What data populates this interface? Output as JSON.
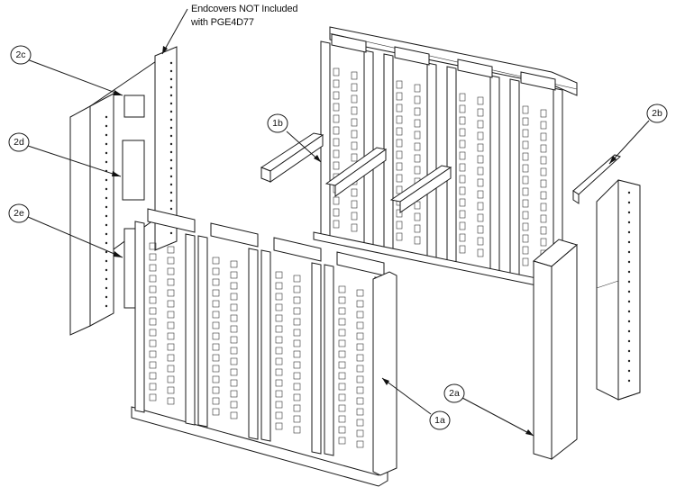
{
  "note": {
    "line1": "Endcovers NOT Included",
    "line2": "with PGE4D77"
  },
  "callouts": [
    {
      "id": "2c",
      "label": "2c"
    },
    {
      "id": "2d",
      "label": "2d"
    },
    {
      "id": "2e",
      "label": "2e"
    },
    {
      "id": "1b",
      "label": "1b"
    },
    {
      "id": "2b",
      "label": "2b"
    },
    {
      "id": "2a",
      "label": "2a"
    },
    {
      "id": "1a",
      "label": "1a"
    }
  ],
  "colors": {
    "line": "#1a1a1a",
    "background": "#ffffff"
  }
}
